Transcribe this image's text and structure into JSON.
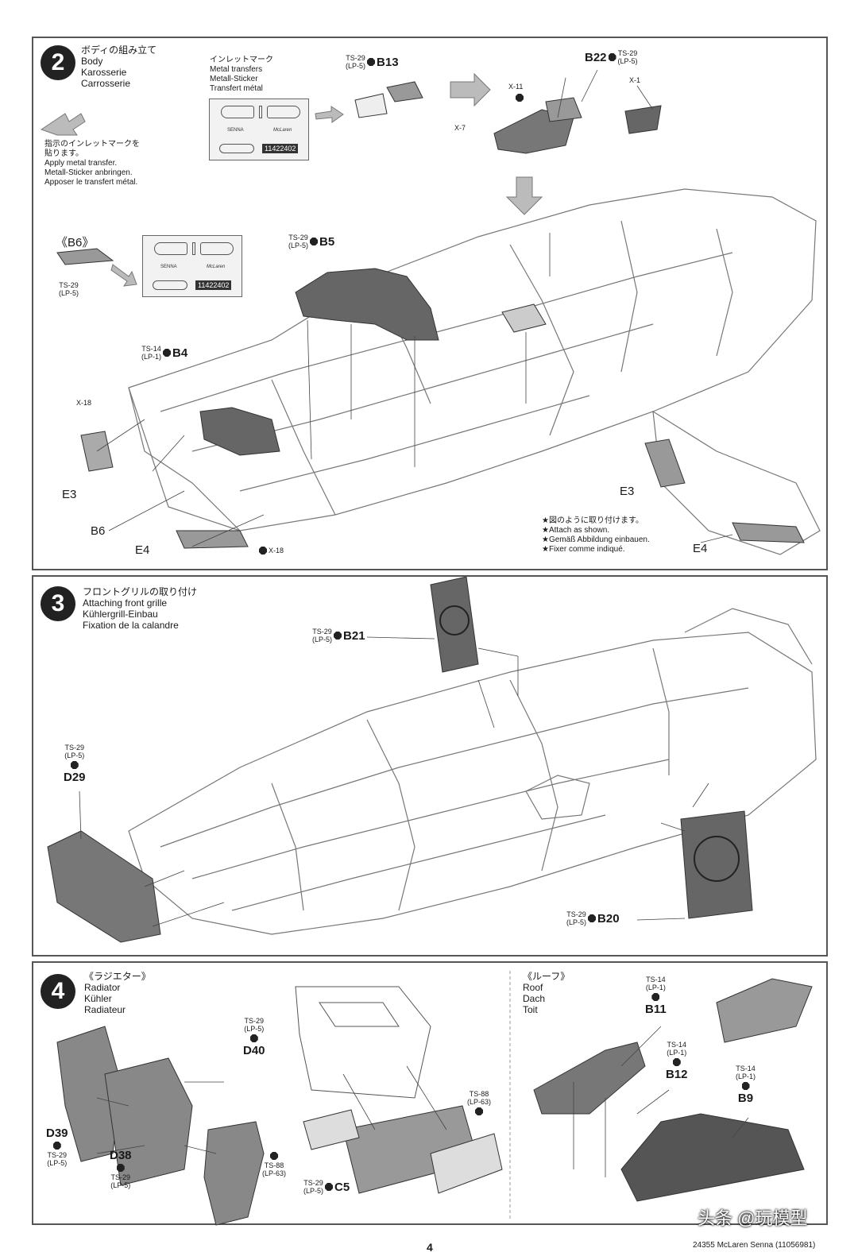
{
  "step2": {
    "number": "2",
    "title_jp": "ボディの組み立て",
    "title_en": "Body",
    "title_de": "Karosserie",
    "title_fr": "Carrosserie",
    "metal_jp": "インレットマーク",
    "metal_en": "Metal transfers",
    "metal_de": "Metall-Sticker",
    "metal_fr": "Transfert métal",
    "decal_brand1": "SENNA",
    "decal_brand2": "McLaren",
    "decal_code": "11422402",
    "apply_jp1": "指示のインレットマークを",
    "apply_jp2": "貼ります。",
    "apply_en": "Apply metal transfer.",
    "apply_de": "Metall-Sticker anbringen.",
    "apply_fr": "Apposer le transfert métal.",
    "b6_ref": "《B6》",
    "ts29": "TS-29",
    "lp5": "(LP-5)",
    "ts14": "TS-14",
    "lp1": "(LP-1)",
    "x11": "X-11",
    "x7": "X-7",
    "x1": "X-1",
    "x18": "X-18",
    "b13": "B13",
    "b22": "B22",
    "b5": "B5",
    "b4": "B4",
    "b6": "B6",
    "e3": "E3",
    "e4": "E4",
    "note_jp": "★図のように取り付けます。",
    "note_en": "★Attach as shown.",
    "note_de": "★Gemäß Abbildung einbauen.",
    "note_fr": "★Fixer comme indiqué."
  },
  "step3": {
    "number": "3",
    "title_jp": "フロントグリルの取り付け",
    "title_en": "Attaching front grille",
    "title_de": "Kühlergrill-Einbau",
    "title_fr": "Fixation de la calandre",
    "ts29": "TS-29",
    "lp5": "(LP-5)",
    "b21": "B21",
    "b20": "B20",
    "d29": "D29"
  },
  "step4": {
    "number": "4",
    "rad_jp": "《ラジエター》",
    "rad_en": "Radiator",
    "rad_de": "Kühler",
    "rad_fr": "Radiateur",
    "roof_jp": "《ルーフ》",
    "roof_en": "Roof",
    "roof_de": "Dach",
    "roof_fr": "Toit",
    "ts29": "TS-29",
    "lp5": "(LP-5)",
    "ts88": "TS-88",
    "lp63": "(LP-63)",
    "ts14": "TS-14",
    "lp1": "(LP-1)",
    "d40": "D40",
    "d39": "D39",
    "d38": "D38",
    "c5": "C5",
    "b11": "B11",
    "b12": "B12",
    "b9": "B9"
  },
  "footer": {
    "page": "4",
    "product": "24355 McLaren Senna (11056981)",
    "watermark": "头条 @玩模型"
  }
}
